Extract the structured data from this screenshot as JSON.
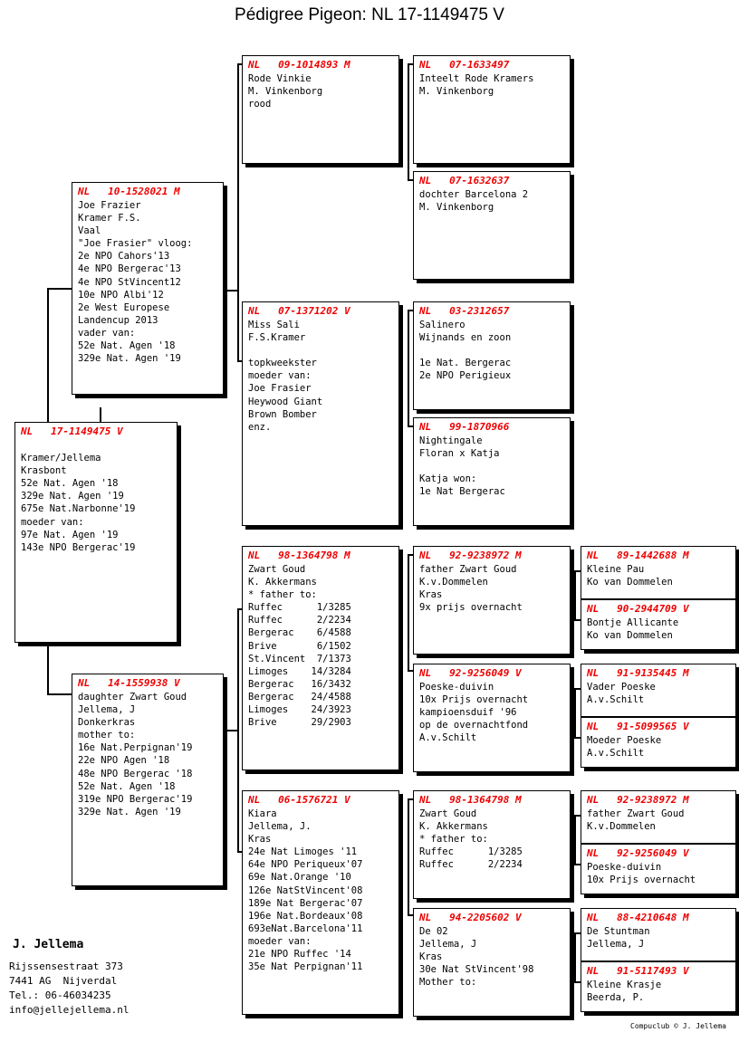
{
  "title": "Pédigree Pigeon: NL  17-1149475 V",
  "colors": {
    "ring_number": "#ee0000",
    "text": "#000000",
    "background": "#ffffff",
    "border": "#000000"
  },
  "subject": {
    "ring": "NL   17-1149475 V",
    "lines": [
      "",
      "Kramer/Jellema",
      "Krasbont",
      "52e Nat. Agen '18",
      "329e Nat. Agen '19",
      "675e Nat.Narbonne'19",
      "moeder van:",
      "97e Nat. Agen '19",
      "143e NPO Bergerac'19"
    ]
  },
  "gen2": {
    "father": {
      "ring": "NL   10-1528021 M",
      "lines": [
        "Joe Frazier",
        "Kramer F.S.",
        "Vaal",
        "\"Joe Frasier\" vloog:",
        "2e NPO Cahors'13",
        "4e NPO Bergerac'13",
        "4e NPO StVincent12",
        "10e NPO Albi'12",
        "2e West Europese",
        "Landencup 2013",
        "vader van:",
        "52e Nat. Agen '18",
        "329e Nat. Agen '19"
      ]
    },
    "mother": {
      "ring": "NL   14-1559938 V",
      "lines": [
        "daughter Zwart Goud",
        "Jellema, J",
        "Donkerkras",
        "mother to:",
        "16e Nat.Perpignan'19",
        "22e NPO Agen '18",
        "48e NPO Bergerac '18",
        "52e Nat. Agen '18",
        "319e NPO Bergerac'19",
        "329e Nat. Agen '19"
      ]
    }
  },
  "gen3": {
    "ff": {
      "ring": "NL   09-1014893 M",
      "lines": [
        "Rode Vinkie",
        "M. Vinkenborg",
        "rood"
      ]
    },
    "fm": {
      "ring": "NL   07-1371202 V",
      "lines": [
        "Miss Sali",
        "F.S.Kramer",
        "",
        "topkweekster",
        "moeder van:",
        "Joe Frasier",
        "Heywood Giant",
        "Brown Bomber",
        "enz."
      ]
    },
    "mf": {
      "ring": "NL   98-1364798 M",
      "lines": [
        "Zwart Goud",
        "K. Akkermans",
        "* father to:",
        "Ruffec      1/3285",
        "Ruffec      2/2234",
        "Bergerac    6/4588",
        "Brive       6/1502",
        "St.Vincent  7/1373",
        "Limoges    14/3284",
        "Bergerac   16/3432",
        "Bergerac   24/4588",
        "Limoges    24/3923",
        "Brive      29/2903"
      ]
    },
    "mm": {
      "ring": "NL   06-1576721 V",
      "lines": [
        "Kiara",
        "Jellema, J.",
        "Kras",
        "24e Nat Limoges '11",
        "64e NPO Periqueux'07",
        "69e Nat.Orange '10",
        "126e NatStVincent'08",
        "189e Nat Bergerac'07",
        "196e Nat.Bordeaux'08",
        "693eNat.Barcelona'11",
        "moeder van:",
        "21e NPO Ruffec '14",
        "35e Nat Perpignan'11"
      ]
    }
  },
  "gen4": {
    "fff": {
      "ring": "NL   07-1633497",
      "lines": [
        "Inteelt Rode Kramers",
        "M. Vinkenborg"
      ]
    },
    "ffm": {
      "ring": "NL   07-1632637",
      "lines": [
        "dochter Barcelona 2",
        "M. Vinkenborg"
      ]
    },
    "fmf": {
      "ring": "NL   03-2312657",
      "lines": [
        "Salinero",
        "Wijnands en zoon",
        "",
        "1e Nat. Bergerac",
        "2e NPO Perigieux"
      ]
    },
    "fmm": {
      "ring": "NL   99-1870966",
      "lines": [
        "Nightingale",
        "Floran x Katja",
        "",
        "Katja won:",
        "1e Nat Bergerac"
      ]
    },
    "mff": {
      "ring": "NL   92-9238972 M",
      "lines": [
        "father Zwart Goud",
        "K.v.Dommelen",
        "Kras",
        "9x prijs overnacht"
      ]
    },
    "mfm": {
      "ring": "NL   92-9256049 V",
      "lines": [
        "Poeske-duivin",
        "10x Prijs overnacht",
        "kampioensduif '96",
        "op de overnachtfond",
        "A.v.Schilt"
      ]
    },
    "mmf": {
      "ring": "NL   98-1364798 M",
      "lines": [
        "Zwart Goud",
        "K. Akkermans",
        "* father to:",
        "Ruffec      1/3285",
        "Ruffec      2/2234"
      ]
    },
    "mmm": {
      "ring": "NL   94-2205602 V",
      "lines": [
        "De 02",
        "Jellema, J",
        "Kras",
        "30e Nat StVincent'98",
        "Mother to:"
      ]
    }
  },
  "gen5": {
    "a1": {
      "ring": "NL   89-1442688 M",
      "lines": [
        "Kleine Pau",
        "Ko van Dommelen"
      ]
    },
    "a2": {
      "ring": "NL   90-2944709 V",
      "lines": [
        "Bontje Allicante",
        "Ko van Dommelen"
      ]
    },
    "b1": {
      "ring": "NL   91-9135445 M",
      "lines": [
        "Vader Poeske",
        "A.v.Schilt"
      ]
    },
    "b2": {
      "ring": "NL   91-5099565 V",
      "lines": [
        "Moeder Poeske",
        "A.v.Schilt"
      ]
    },
    "c1": {
      "ring": "NL   92-9238972 M",
      "lines": [
        "father Zwart Goud",
        "K.v.Dommelen"
      ]
    },
    "c2": {
      "ring": "NL   92-9256049 V",
      "lines": [
        "Poeske-duivin",
        "10x Prijs overnacht"
      ]
    },
    "d1": {
      "ring": "NL   88-4210648 M",
      "lines": [
        "De Stuntman",
        "Jellema, J"
      ]
    },
    "d2": {
      "ring": "NL   91-5117493 V",
      "lines": [
        "Kleine Krasje",
        "Beerda, P."
      ]
    }
  },
  "owner": {
    "name": "J. Jellema",
    "street": "Rijssensestraat 373",
    "city": "7441 AG  Nijverdal",
    "phone": "Tel.: 06-46034235",
    "email": "info@jellejellema.nl"
  },
  "credit": "Compuclub © J. Jellema"
}
